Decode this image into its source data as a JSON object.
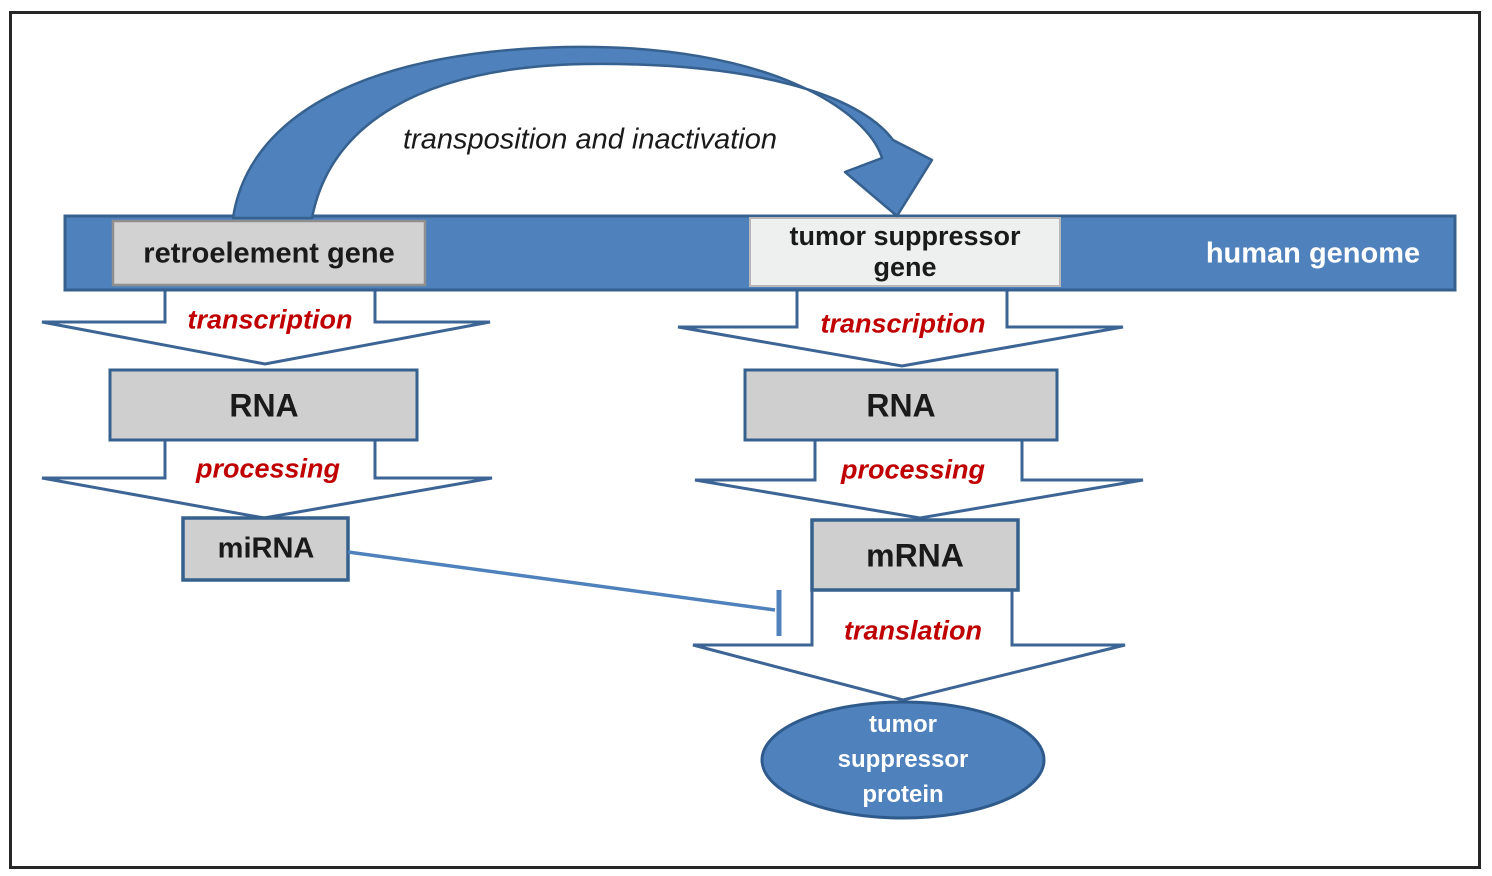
{
  "diagram": {
    "transposition_label": "transposition and inactivation",
    "genome": {
      "label": "human genome"
    },
    "retroelement_gene": {
      "label": "retroelement gene"
    },
    "tumor_suppressor_gene": {
      "line1": "tumor suppressor",
      "line2": "gene"
    },
    "left_pathway": {
      "transcription_label": "transcription",
      "rna_label": "RNA",
      "processing_label": "processing",
      "mirna_label": "miRNA"
    },
    "right_pathway": {
      "transcription_label": "transcription",
      "rna_label": "RNA",
      "processing_label": "processing",
      "mrna_label": "mRNA",
      "translation_label": "translation",
      "protein": {
        "line1": "tumor",
        "line2": "suppressor",
        "line3": "protein"
      }
    },
    "colors": {
      "accent_blue": "#4f81bd",
      "border_blue": "#36608e",
      "label_red": "#c00000",
      "box_gray": "#cfcfcf",
      "gene_box_light": "#eef0ef"
    }
  }
}
